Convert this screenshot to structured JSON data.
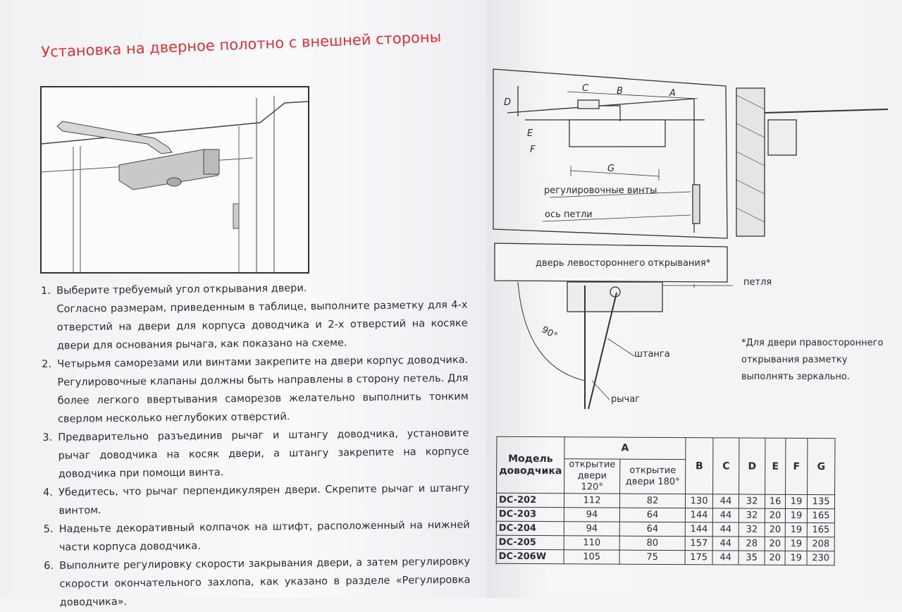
{
  "title": "Установка на дверное полотно с внешней стороны",
  "steps": [
    {
      "num": "1.",
      "text": "Выберите требуемый угол открывания двери.",
      "cont": "Согласно размерам, приведенным в таблице, выполните разметку для 4-х отверстий на двери для корпуса доводчика и 2-х отверстий на косяке двери для основания рычага, как показано на схеме."
    },
    {
      "num": "2.",
      "text": "Четырьмя саморезами или винтами закрепите на двери корпус доводчика. Регулировочные клапаны должны быть направлены в сторону петель. Для более легкого ввертывания саморезов желательно выполнить тонким сверлом несколько неглубоких отверстий."
    },
    {
      "num": "3.",
      "text": "Предварительно разъединив рычаг и штангу доводчика, установите рычаг доводчика на косяк двери, а штангу закрепите на корпусе доводчика при помощи винта."
    },
    {
      "num": "4.",
      "text": "Убедитесь, что рычаг перпендикулярен двери. Скрепите рычаг и штангу винтом."
    },
    {
      "num": "5.",
      "text": "Наденьте декоративный колпачок на штифт, расположенный на нижней части корпуса доводчика."
    },
    {
      "num": "6.",
      "text": "Выполните регулировку скорости закрывания двери, а затем регулировку скорости окончательного захлопа, как указано в разделе «Регулировка доводчика»."
    }
  ],
  "diagram": {
    "dims": {
      "A": "A",
      "B": "B",
      "C": "C",
      "D": "D",
      "E": "E",
      "F": "F",
      "G": "G"
    },
    "adjust_screws": "регулировочные винты",
    "hinge_axis": "ось петли",
    "door_label": "дверь левостороннего открывания*",
    "hinge": "петля",
    "angle": "90°",
    "rod": "штанга",
    "lever": "рычаг",
    "note": [
      "*Для двери правостороннего",
      "открывания разметку",
      "выполнять зеркально."
    ]
  },
  "table": {
    "model_header": [
      "Модель",
      "доводчика"
    ],
    "a_header": "A",
    "a_sub": [
      [
        "открытие",
        "двери 120°"
      ],
      [
        "открытие",
        "двери 180°"
      ]
    ],
    "cols": [
      "B",
      "C",
      "D",
      "E",
      "F",
      "G"
    ],
    "rows": [
      {
        "model": "DC-202",
        "a120": "112",
        "a180": "82",
        "vals": [
          "130",
          "44",
          "32",
          "16",
          "19",
          "135"
        ]
      },
      {
        "model": "DC-203",
        "a120": "94",
        "a180": "64",
        "vals": [
          "144",
          "44",
          "32",
          "20",
          "19",
          "165"
        ]
      },
      {
        "model": "DC-204",
        "a120": "94",
        "a180": "64",
        "vals": [
          "144",
          "44",
          "32",
          "20",
          "19",
          "165"
        ]
      },
      {
        "model": "DC-205",
        "a120": "110",
        "a180": "80",
        "vals": [
          "157",
          "44",
          "28",
          "20",
          "19",
          "208"
        ]
      },
      {
        "model": "DC-206W",
        "a120": "105",
        "a180": "75",
        "vals": [
          "175",
          "44",
          "35",
          "20",
          "19",
          "230"
        ]
      }
    ]
  }
}
